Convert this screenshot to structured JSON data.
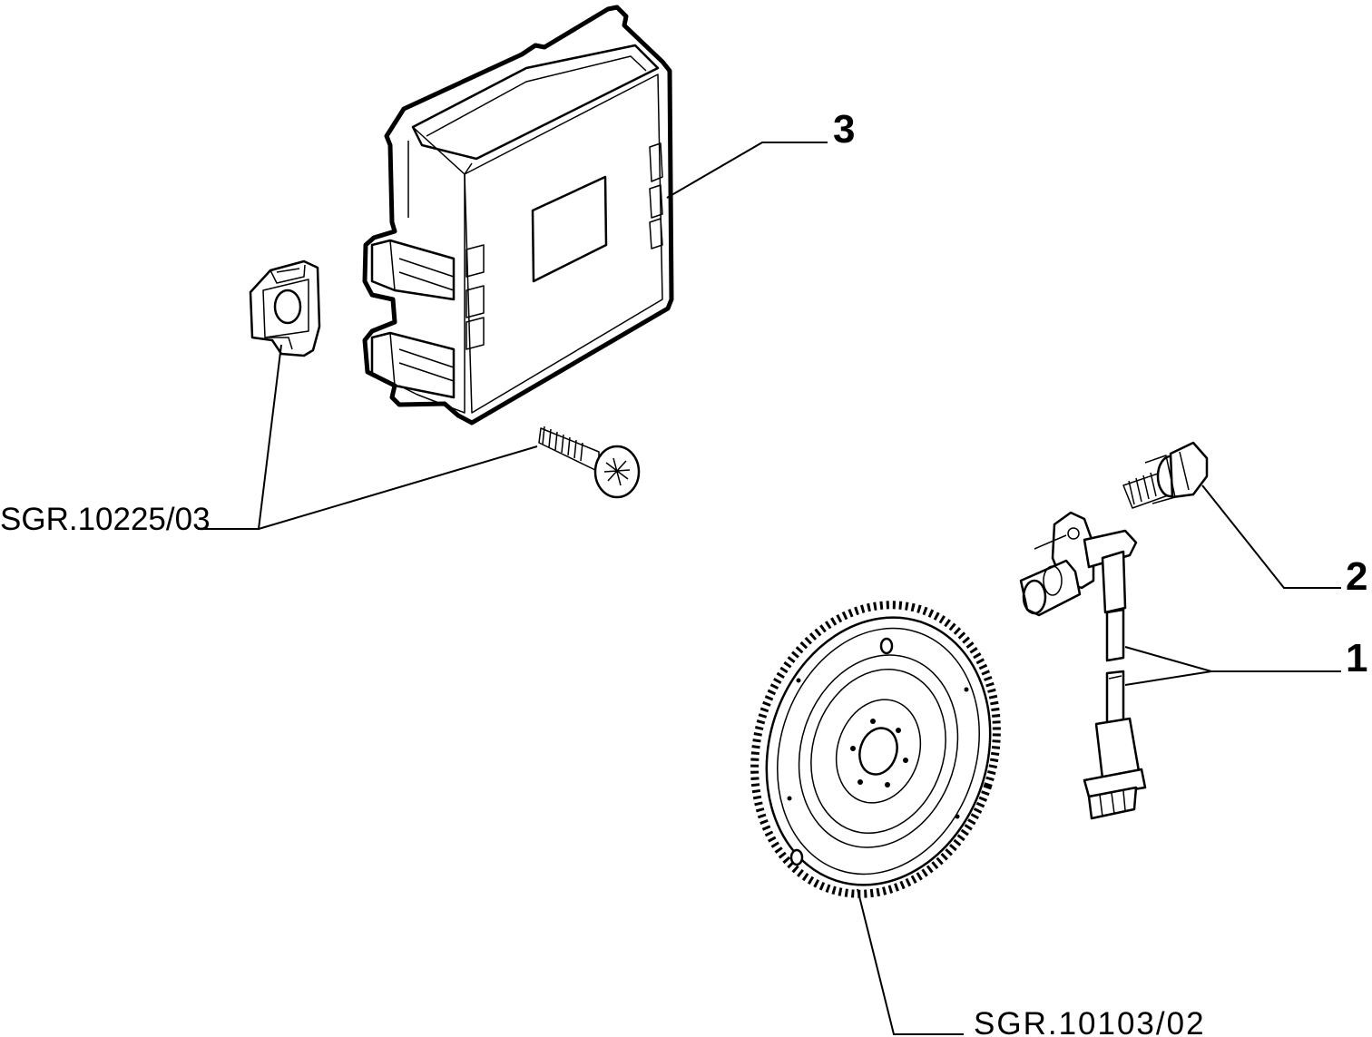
{
  "callouts": {
    "part_1": "1",
    "part_2": "2",
    "part_3": "3"
  },
  "references": {
    "ecu_mount": "SGR.10225/03",
    "flywheel": "SGR.10103/02"
  },
  "icons": [
    "ecu-unit-icon",
    "clip-nut-icon",
    "screw-icon",
    "bolt-icon",
    "sensor-icon",
    "flywheel-icon"
  ],
  "colors": {
    "line": "#000000",
    "background": "#ffffff"
  }
}
